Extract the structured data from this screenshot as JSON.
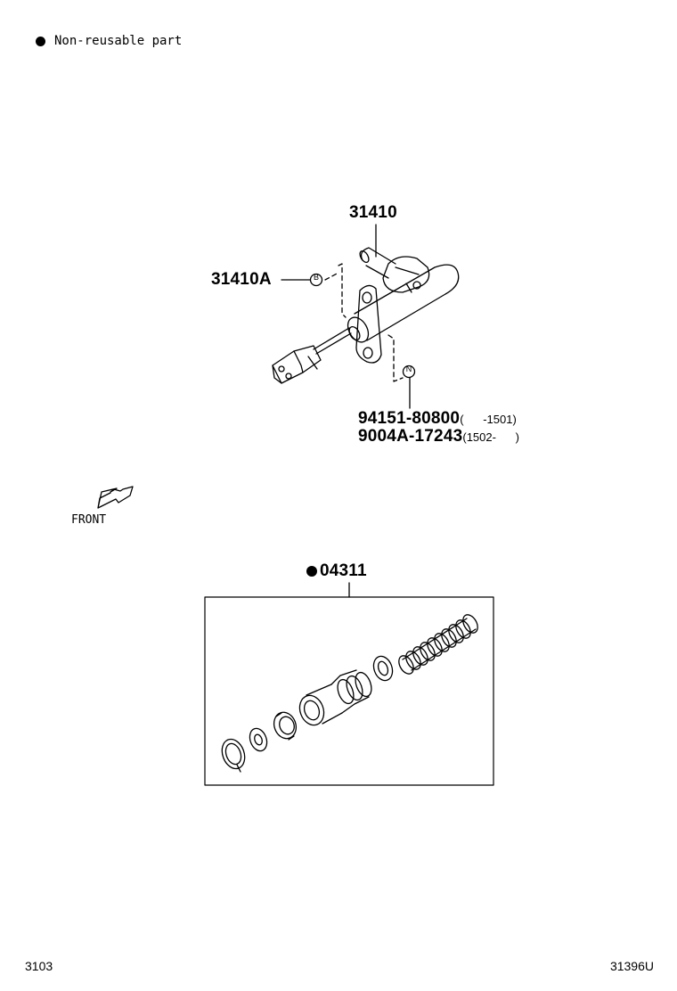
{
  "legend": {
    "text": "Non-reusable part",
    "symbol": "filled-circle"
  },
  "parts": {
    "master_cylinder": "31410",
    "sub_assy": "31410A",
    "nut_old": {
      "number": "94151-80800",
      "range": "(      -1501)"
    },
    "nut_new": {
      "number": "9004A-17243",
      "range": "(1502-      )"
    },
    "repair_kit": "04311"
  },
  "callouts": {
    "b": "B",
    "n": "N"
  },
  "front_label": "FRONT",
  "footer": {
    "left": "3103",
    "right": "31396U"
  },
  "colors": {
    "ink": "#000000",
    "paper": "#ffffff"
  }
}
